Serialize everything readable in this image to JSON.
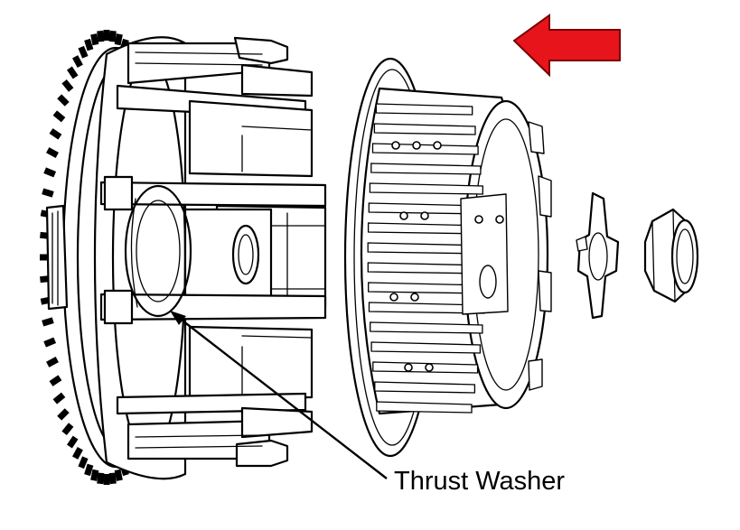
{
  "callout": {
    "label": "Thrust Washer"
  },
  "colors": {
    "arrow": "#e8141b",
    "line": "#000000",
    "background": "#ffffff"
  },
  "icons": {
    "direction": "red-left-arrow-icon",
    "parts": [
      "clutch-outer-basket",
      "thrust-washer",
      "clutch-center-hub",
      "lock-washer",
      "lock-nut"
    ]
  }
}
